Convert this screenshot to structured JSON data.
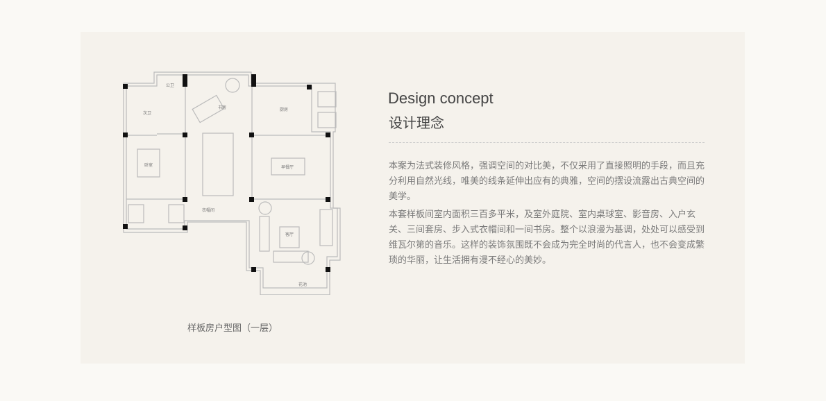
{
  "floorplan": {
    "caption": "样板房户型图（一层）",
    "rooms": [
      "卧室",
      "次卫",
      "公卫",
      "书房",
      "厨房",
      "早餐厅",
      "客厅",
      "衣帽间",
      "花池"
    ]
  },
  "concept": {
    "title_en": "Design concept",
    "title_cn": "设计理念",
    "paragraphs": [
      "本案为法式装修风格，强调空间的对比美，不仅采用了直接照明的手段，而且充分利用自然光线，唯美的线条延伸出应有的典雅，空间的摆设流露出古典空间的美学。",
      "本套样板间室内面积三百多平米，及室外庭院、室内桌球室、影音房、入户玄关、三间套房、步入式衣帽间和一间书房。整个以浪漫为基调，处处可以感受到维瓦尔第的音乐。这样的装饰氛围既不会成为完全时尚的代言人，也不会变成繁琐的华丽，让生活拥有漫不经心的美妙。"
    ]
  }
}
